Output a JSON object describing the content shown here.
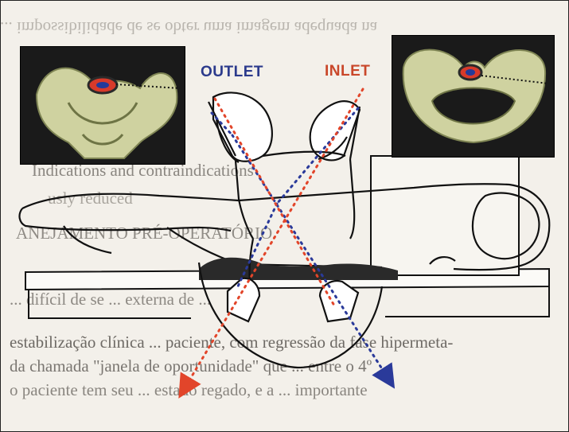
{
  "figure": {
    "labels": {
      "outlet": "OUTLET",
      "inlet": "INLET"
    },
    "colors": {
      "outlet": "#2b3a8c",
      "inlet": "#c9472a",
      "outline": "#111111",
      "bone": "#d6d9a8"
    },
    "photos": [
      {
        "name": "pelvis-outlet-photo",
        "view": "outlet"
      },
      {
        "name": "pelvis-inlet-photo",
        "view": "inlet"
      }
    ]
  },
  "background_text": {
    "lines": [
      "... impossibilidade de se obter uma imagem adequada na",
      "Indications and contraindications",
      "usly reduced",
      "ANEJAMENTO PRÉ-OPERATÓRIO",
      "... difícil de se ... externa de ...",
      "estabilização clínica ... paciente, com regressão da fase hipermeta-",
      "da chamada \"janela de oportunidade\" que ... entre o 4º",
      "o paciente tem seu ... estado regado, e a ... importante"
    ]
  }
}
